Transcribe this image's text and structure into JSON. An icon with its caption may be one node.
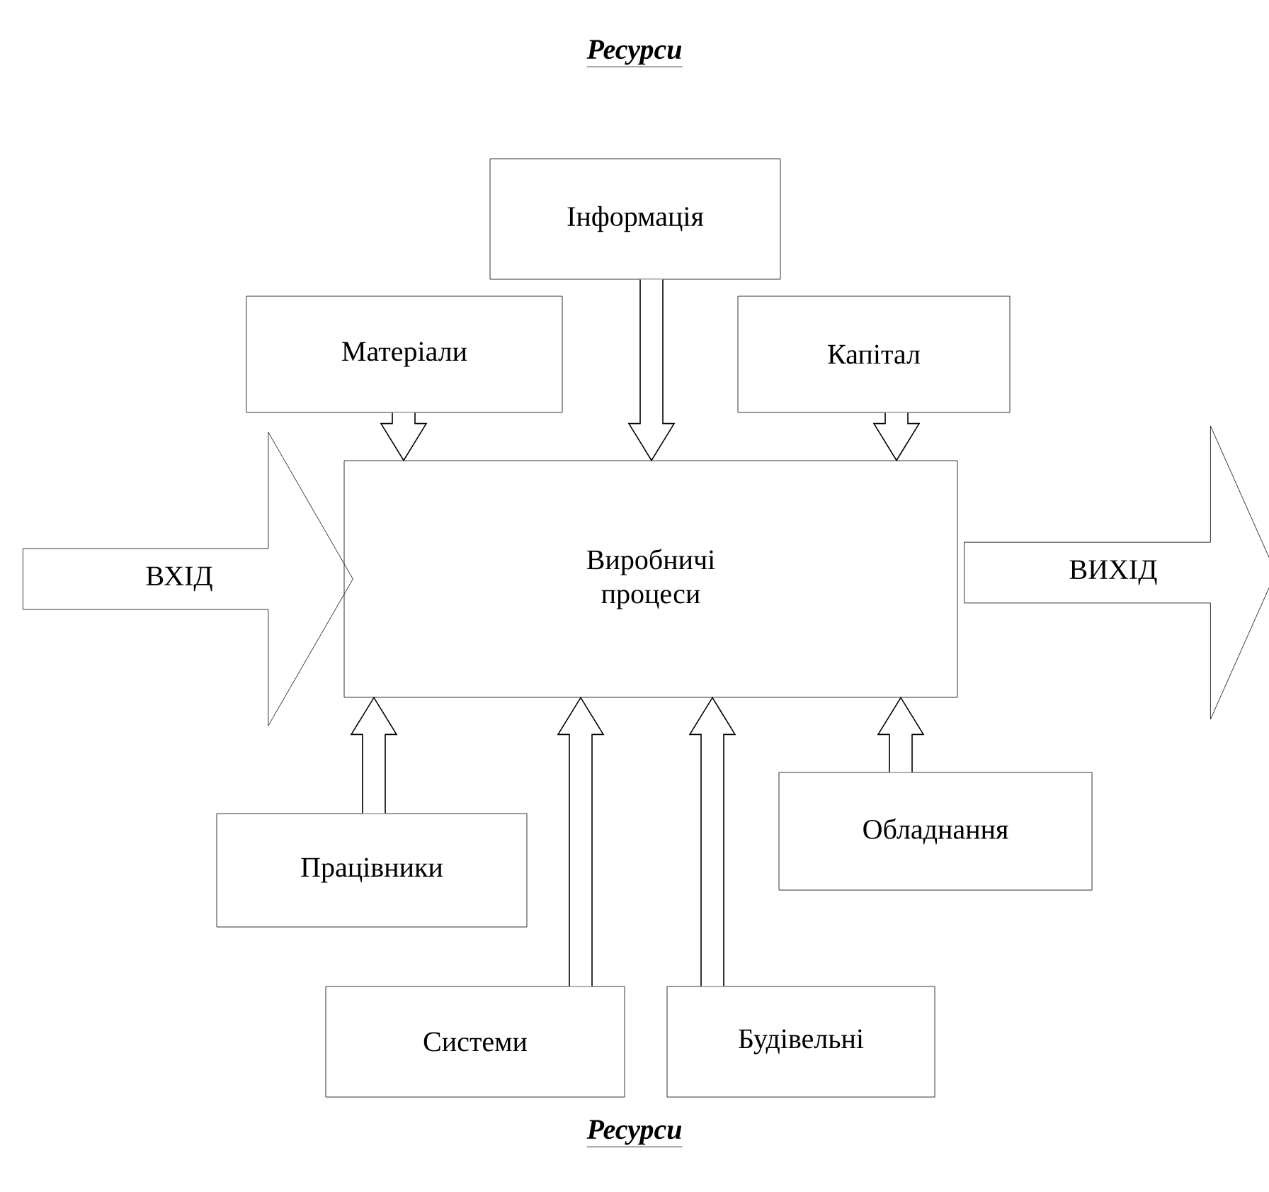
{
  "diagram": {
    "title": "Ресурси",
    "nodes": [
      {
        "text": [
          "Інформація"
        ]
      },
      {
        "text": [
          "Матеріали"
        ]
      },
      {
        "text": [
          "Капітал"
        ]
      },
      {
        "text": [
          "ВХІД"
        ]
      },
      {
        "text": [
          "Виробничі процеси"
        ]
      },
      {
        "text": [
          "ВИХІД"
        ]
      },
      {
        "text": [
          "Працівники"
        ]
      },
      {
        "text": [
          "Обладнання"
        ]
      },
      {
        "text": [
          "Системи"
        ]
      },
      {
        "text": [
          "Будівельні"
        ]
      }
    ],
    "edges": [
      {
        "from": 0,
        "to": 4,
        "arrow": "to"
      },
      {
        "from": 1,
        "to": 4,
        "arrow": "to"
      },
      {
        "from": 2,
        "to": 4,
        "arrow": "to"
      },
      {
        "from": 6,
        "to": 4,
        "arrow": "to"
      },
      {
        "from": 8,
        "to": 4,
        "arrow": "to"
      },
      {
        "from": 9,
        "to": 4,
        "arrow": "to"
      },
      {
        "from": 7,
        "to": 4,
        "arrow": "to"
      }
    ],
    "labels": [
      "Ресурси"
    ]
  }
}
